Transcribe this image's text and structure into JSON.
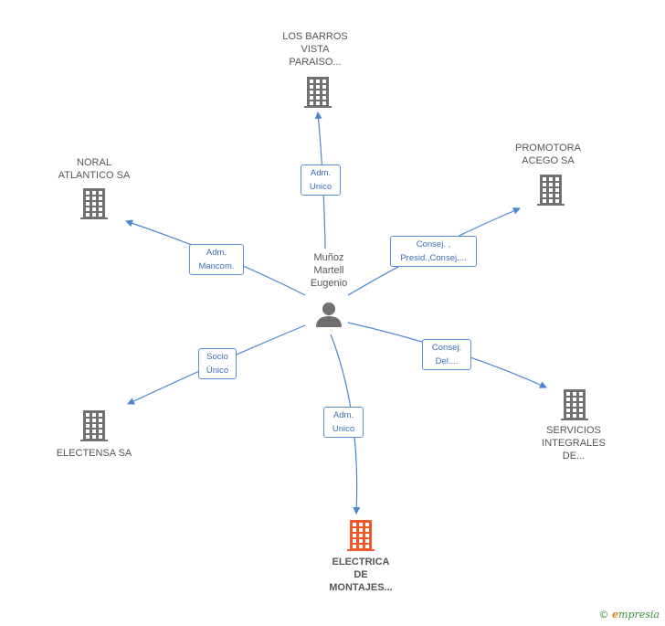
{
  "center": {
    "name": "Muñoz\nMartell\nEugenio",
    "icon": "person-icon"
  },
  "nodes": [
    {
      "id": "los-barros",
      "name": "LOS BARROS\nVISTA\nPARAISO...",
      "icon": "building-icon",
      "color": "#707070"
    },
    {
      "id": "noral",
      "name": "NORAL\nATLANTICO SA",
      "icon": "building-icon",
      "color": "#707070"
    },
    {
      "id": "promotora",
      "name": "PROMOTORA\nACEGO SA",
      "icon": "building-icon",
      "color": "#707070"
    },
    {
      "id": "electensa",
      "name": "ELECTENSA SA",
      "icon": "building-icon",
      "color": "#707070"
    },
    {
      "id": "servicios",
      "name": "SERVICIOS\nINTEGRALES\nDE...",
      "icon": "building-icon",
      "color": "#707070"
    },
    {
      "id": "electrica",
      "name": "ELECTRICA\nDE\nMONTAJES...",
      "icon": "building-icon",
      "color": "#f05a28",
      "highlight": true
    }
  ],
  "edges": [
    {
      "to": "los-barros",
      "label": "Adm.\nUnico"
    },
    {
      "to": "noral",
      "label": "Adm.\nMancom."
    },
    {
      "to": "promotora",
      "label": "Consej. ,\nPresid.,Consej...."
    },
    {
      "to": "electensa",
      "label": "Socio\nÚnico"
    },
    {
      "to": "servicios",
      "label": "Consej.\nDel...."
    },
    {
      "to": "electrica",
      "label": "Adm.\nUnico"
    }
  ],
  "brand": {
    "copyright": "©",
    "name": "mpresia",
    "initial": "e"
  },
  "colors": {
    "edge": "#4a86d4",
    "node": "#707070",
    "highlight": "#f05a28"
  }
}
